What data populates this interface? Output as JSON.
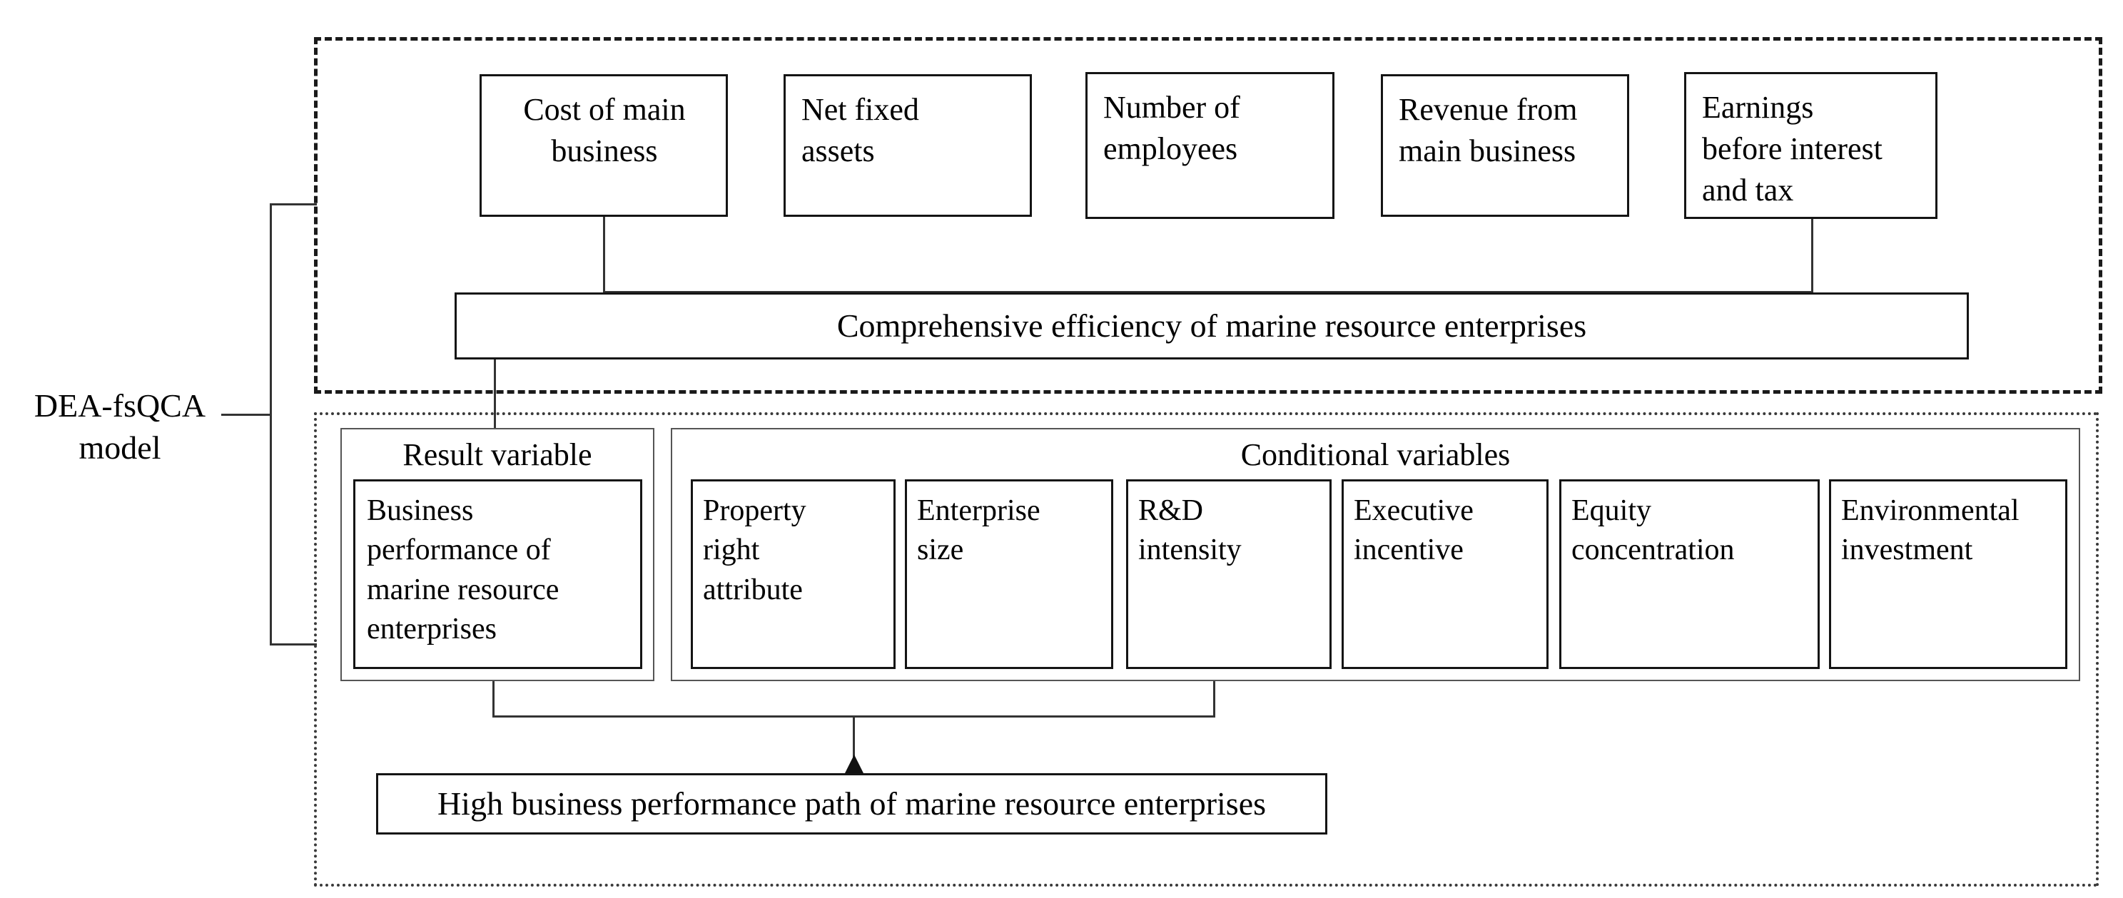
{
  "model_label": "DEA-fsQCA\nmodel",
  "model_label_line1": "DEA-fsQCA",
  "model_label_line2": "model",
  "dea_section": {
    "inputs": [
      {
        "label": "Cost of main\nbusiness",
        "name": "cost-of-main-business"
      },
      {
        "label": "Net fixed\nassets",
        "name": "net-fixed-assets"
      },
      {
        "label": "Number of\nemployees",
        "name": "number-of-employees"
      },
      {
        "label": "Revenue from\nmain business",
        "name": "revenue-from-main-business"
      },
      {
        "label": "Earnings\nbefore interest\nand tax",
        "name": "earnings-before-interest-and-tax"
      }
    ],
    "output": "Comprehensive efficiency of marine resource enterprises"
  },
  "fsqca_section": {
    "result_panel_title": "Result variable",
    "result_variable": "Business\nperformance of\nmarine resource\nenterprises",
    "conditional_panel_title": "Conditional variables",
    "conditional_variables": [
      {
        "label": "Property\nright\nattribute",
        "name": "property-right-attribute"
      },
      {
        "label": "Enterprise\nsize",
        "name": "enterprise-size"
      },
      {
        "label": "R&D\nintensity",
        "name": "rd-intensity"
      },
      {
        "label": "Executive\nincentive",
        "name": "executive-incentive"
      },
      {
        "label": "Equity\nconcentration",
        "name": "equity-concentration"
      },
      {
        "label": "Environmental\ninvestment",
        "name": "environmental-investment"
      }
    ],
    "outcome": "High business performance path of marine resource enterprises"
  },
  "colors": {
    "line": "#333333",
    "box_border": "#141414",
    "panel_border": "#555555",
    "dash_outer": "#1a1a1a",
    "dot_outer": "#3a3a3a",
    "background": "#ffffff",
    "text": "#000000"
  }
}
